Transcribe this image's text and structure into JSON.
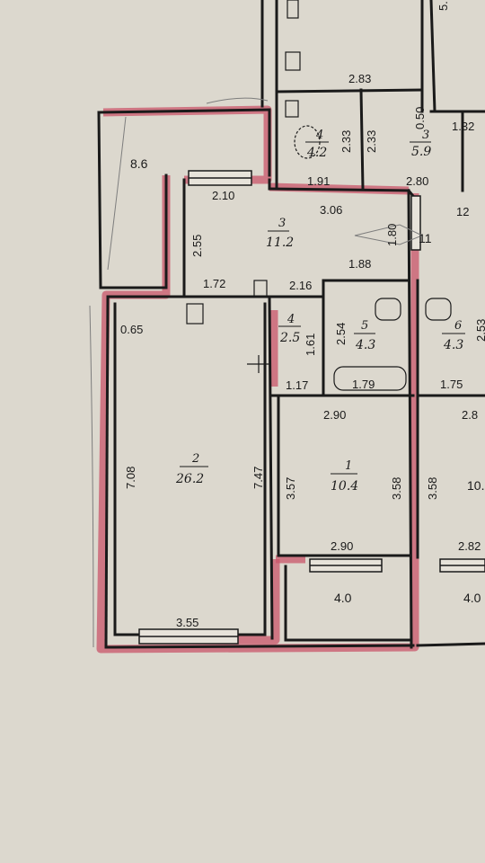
{
  "plan": {
    "rooms": [
      {
        "id": "living",
        "number": "2",
        "area": "26.2"
      },
      {
        "id": "kitchen",
        "number": "1",
        "area": "10.4"
      },
      {
        "id": "hall",
        "number": "3",
        "area": "11.2"
      },
      {
        "id": "wc",
        "number": "4",
        "area": "2.5"
      },
      {
        "id": "bath",
        "number": "5",
        "area": "4.3"
      },
      {
        "id": "neighbor-bath",
        "number": "6",
        "area": "4.3"
      },
      {
        "id": "top-hall",
        "number": "3",
        "area": "5.9"
      },
      {
        "id": "top-wc",
        "number": "4",
        "area": "4.2"
      }
    ],
    "areas_plain": {
      "balcony_top": "8.6",
      "loggia": "4.0",
      "loggia_right": "4.0",
      "hall_right": "11",
      "kitchen_right": "10."
    },
    "dims": {
      "d_2_83": "2.83",
      "d_0_50": "0.50",
      "d_1_32": "1.32",
      "d_2_33a": "2.33",
      "d_2_33b": "2.33",
      "d_1_91": "1.91",
      "d_2_80": "2.80",
      "d_2_10": "2.10",
      "d_3_06": "3.06",
      "d_12": "12",
      "d_2_55": "2.55",
      "d_1_80": "1.80",
      "d_1_72": "1.72",
      "d_2_16": "2.16",
      "d_1_88": "1.88",
      "d_0_65": "0.65",
      "d_2_54": "2.54",
      "d_2_53": "2.53",
      "d_1_61": "1.61",
      "d_1_17": "1.17",
      "d_1_79": "1.79",
      "d_1_75": "1.75",
      "d_2_90a": "2.90",
      "d_2_8r": "2.8",
      "d_7_08": "7.08",
      "d_7_47": "7.47",
      "d_3_57": "3.57",
      "d_3_58a": "3.58",
      "d_3_58b": "3.58",
      "d_2_90b": "2.90",
      "d_2_82": "2.82",
      "d_3_55": "3.55",
      "d_5_top": "5."
    },
    "colors": {
      "paper": "#dcd8ce",
      "wall": "#1a1a1a",
      "highlight": "#c9556a",
      "pencil": "#7d7d7d"
    }
  }
}
